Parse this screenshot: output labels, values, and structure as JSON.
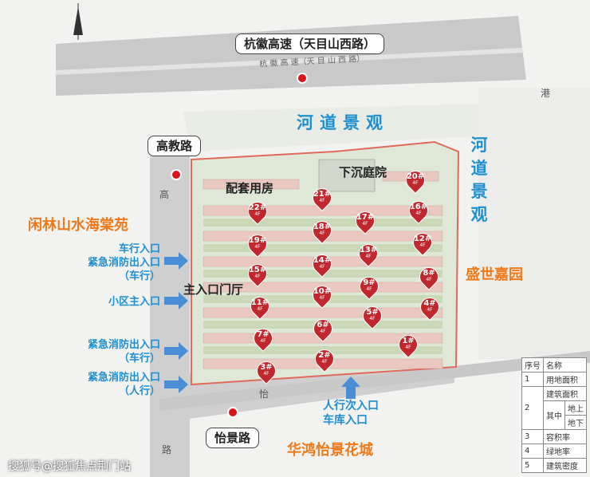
{
  "roads": {
    "top_expressway": "杭徽高速（天目山西路）",
    "top_expressway_small": "杭 徽 高 速（天 目 山 西 路）",
    "west_road": "高教路",
    "south_road": "怡景路",
    "west_road_vertical": "高",
    "south_road_vertical_1": "怡",
    "south_road_vertical_2": "路",
    "east_fragment": "港"
  },
  "landscape": {
    "north_river": "河道景观",
    "east_river": [
      "河",
      "道",
      "景",
      "观"
    ]
  },
  "neighbors": {
    "west": "闲林山水海棠苑",
    "east": "盛世嘉园",
    "south": "华鸿怡景花城"
  },
  "facilities": {
    "supporting": "配套用房",
    "sunken_courtyard": "下沉庭院",
    "main_entrance_hall": "主入口门厅"
  },
  "entrances": {
    "vehicle_emergency": [
      "车行入口",
      "紧急消防出入口",
      "（车行）"
    ],
    "community_main": "小区主入口",
    "emergency_vehicle": [
      "紧急消防出入口",
      "（车行）"
    ],
    "emergency_pedestrian": [
      "紧急消防出入口",
      "（人行）"
    ],
    "south_secondary": [
      "人行次入口",
      "车库入口"
    ]
  },
  "buildings": [
    {
      "id": "22#",
      "floors": "4F"
    },
    {
      "id": "21#",
      "floors": "4F"
    },
    {
      "id": "20#",
      "floors": "4F"
    },
    {
      "id": "19#",
      "floors": "4F"
    },
    {
      "id": "18#",
      "floors": "4F"
    },
    {
      "id": "17#",
      "floors": "4F"
    },
    {
      "id": "16#",
      "floors": "4F"
    },
    {
      "id": "15#",
      "floors": "4F"
    },
    {
      "id": "14#",
      "floors": "4F"
    },
    {
      "id": "13#",
      "floors": "4F"
    },
    {
      "id": "12#",
      "floors": "4F"
    },
    {
      "id": "11#",
      "floors": "4F"
    },
    {
      "id": "10#",
      "floors": "4F"
    },
    {
      "id": "9#",
      "floors": "4F"
    },
    {
      "id": "8#",
      "floors": "4F"
    },
    {
      "id": "7#",
      "floors": "4F"
    },
    {
      "id": "6#",
      "floors": "4F"
    },
    {
      "id": "5#",
      "floors": "4F"
    },
    {
      "id": "4#",
      "floors": "4F"
    },
    {
      "id": "3#",
      "floors": "4F"
    },
    {
      "id": "2#",
      "floors": "4F"
    },
    {
      "id": "1#",
      "floors": "4F"
    }
  ],
  "legend_table": {
    "header": [
      "序号",
      "名称"
    ],
    "rows": [
      [
        "1",
        "用地面积"
      ],
      [
        "2",
        "建筑面积"
      ],
      [
        "",
        "其中"
      ],
      [
        "",
        "地上"
      ],
      [
        "",
        "地下"
      ],
      [
        "3",
        "容积率"
      ],
      [
        "4",
        "绿地率"
      ],
      [
        "5",
        "建筑密度"
      ]
    ]
  },
  "watermark": "搜狐号@搜狐焦点荆门站",
  "colors": {
    "pin": "#c0282e",
    "title_blue": "#1e8fd0",
    "neighbor_orange": "#f07a1a",
    "arrow_blue": "#4a8fd6",
    "site_border": "#e06a5a"
  }
}
